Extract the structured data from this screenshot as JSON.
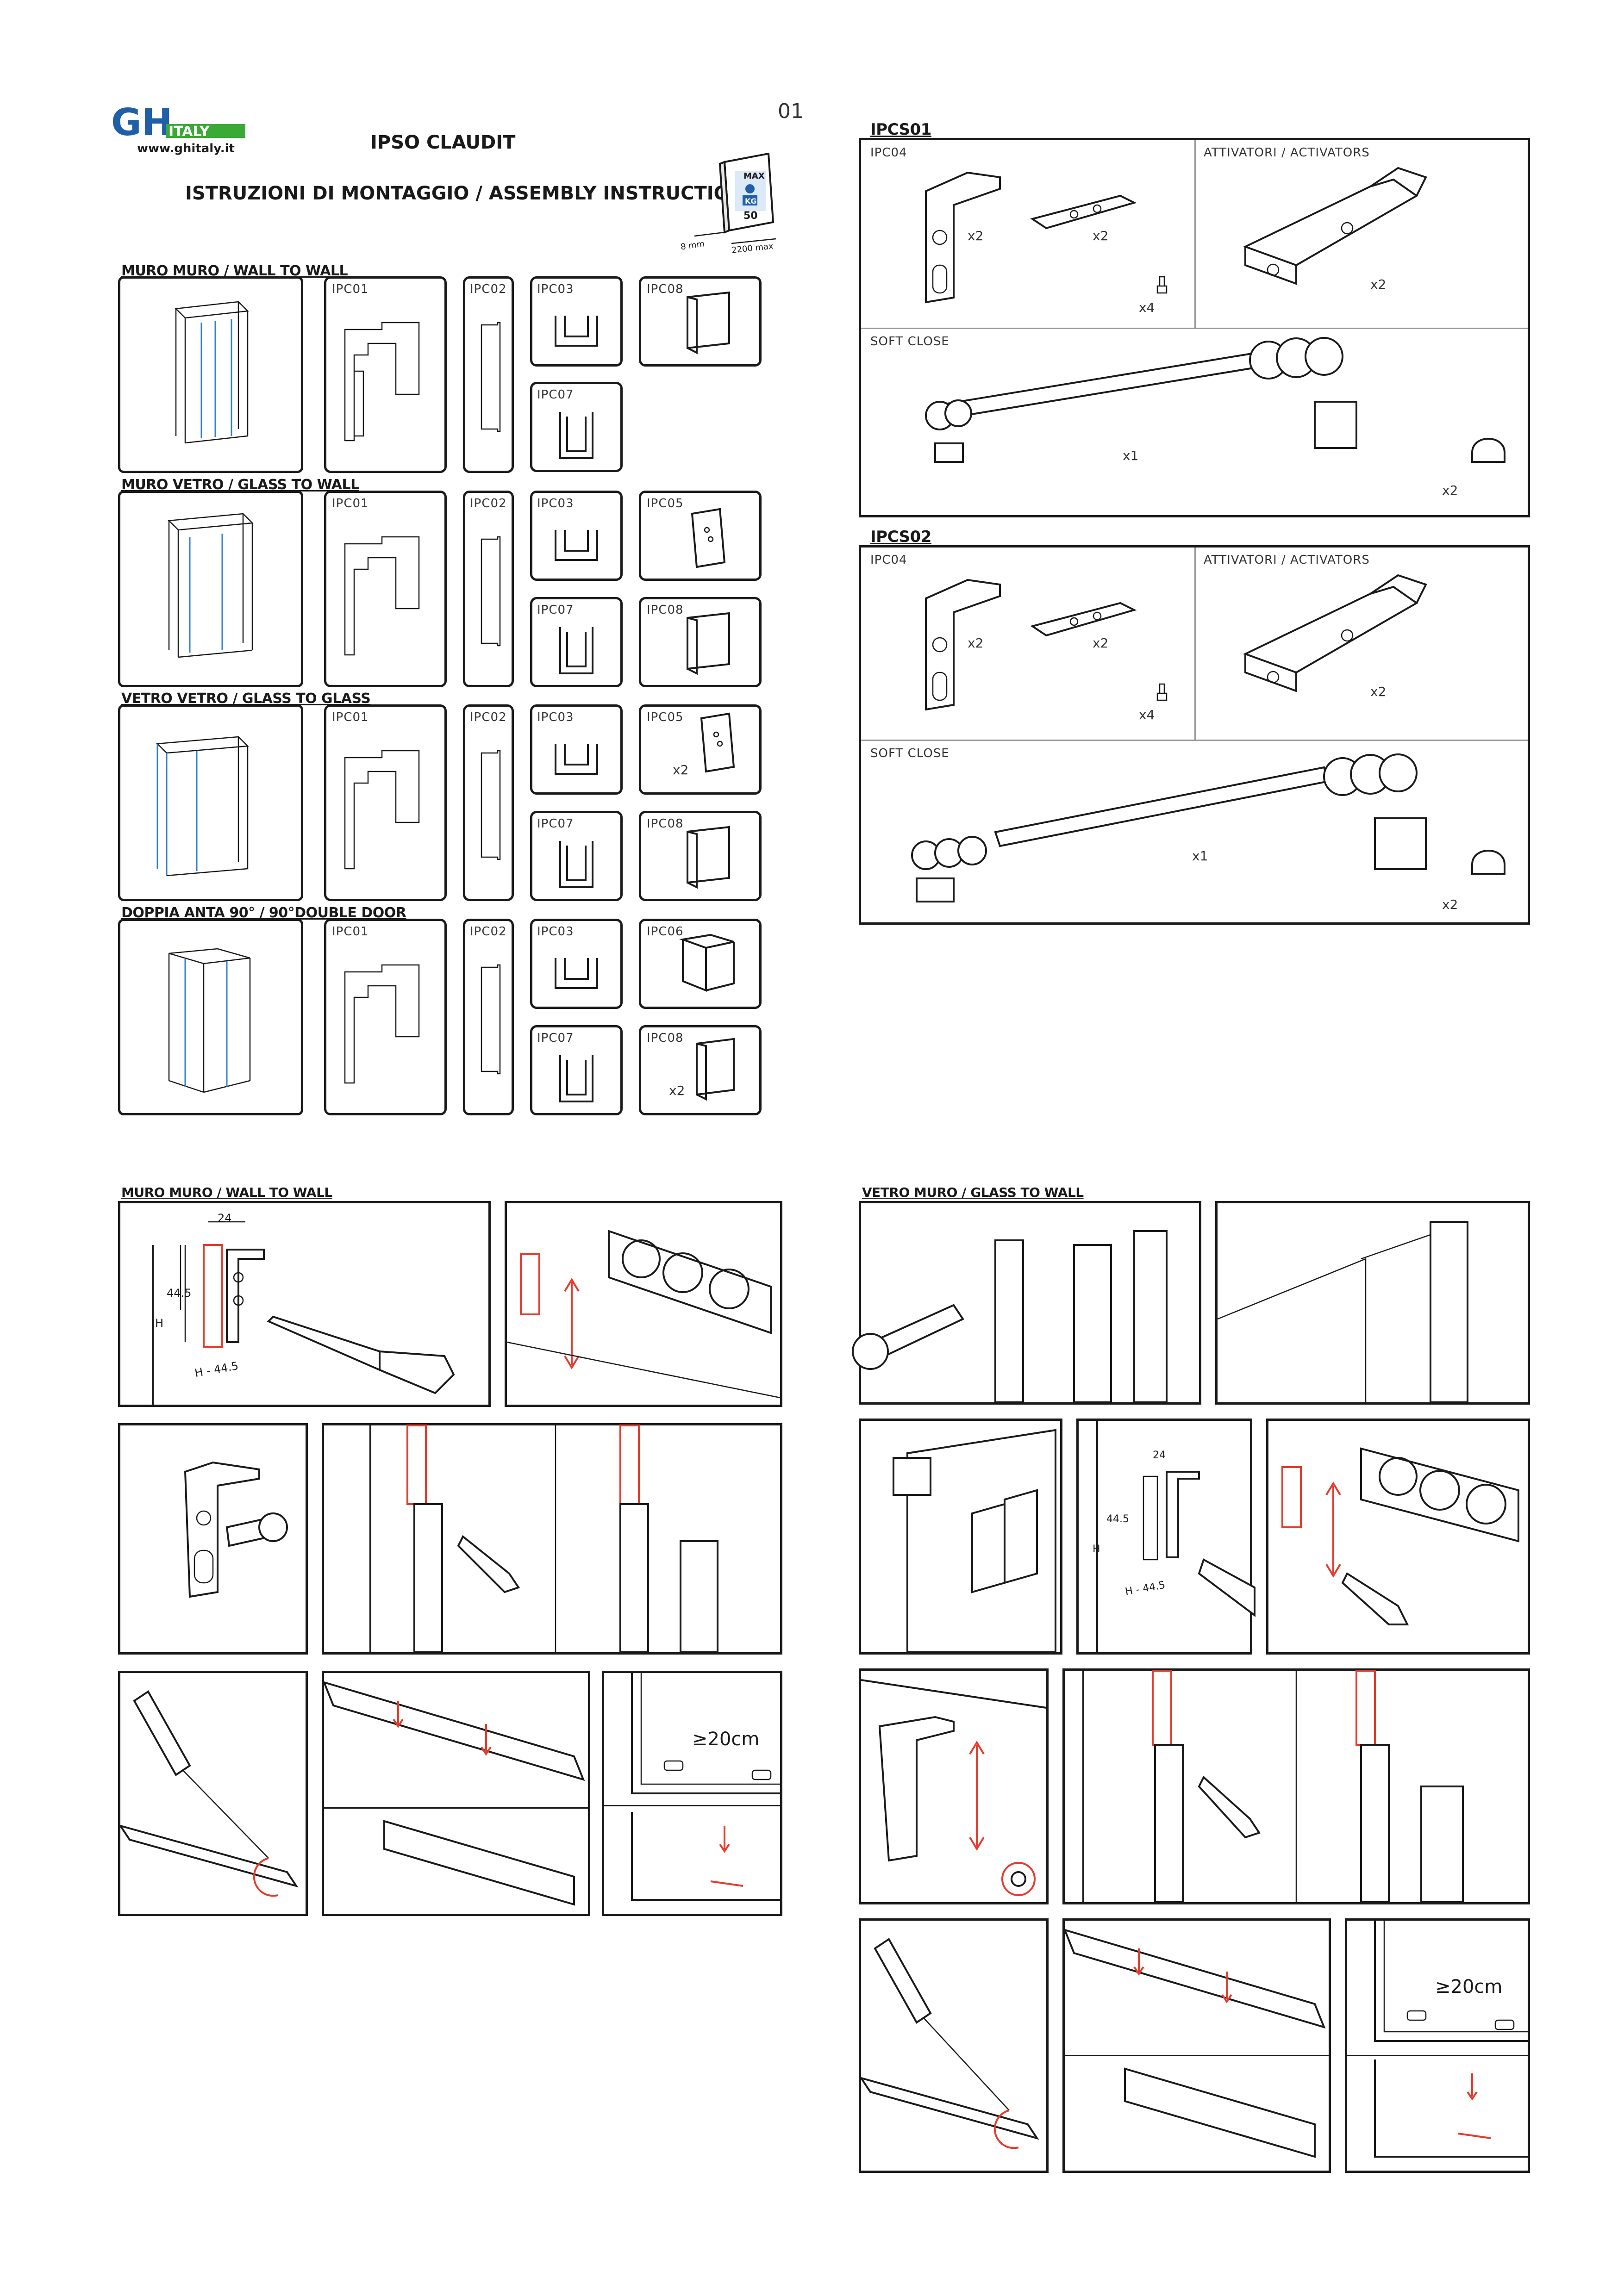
{
  "header": {
    "logo_text": "GH ITALY",
    "website": "www.ghitaly.it",
    "title": "IPSO CLAUDIT",
    "subtitle": "ISTRUZIONI DI MONTAGGIO / ASSEMBLY INSTRUCTIONS",
    "page_number": "01",
    "spec_max": "MAX",
    "spec_unit": "KG",
    "spec_weight": "50",
    "spec_thickness": "8 mm",
    "spec_height": "2200 max"
  },
  "configs": [
    {
      "title": "MURO MURO / WALL TO WALL",
      "parts": [
        {
          "code": "IPC01"
        },
        {
          "code": "IPC02"
        },
        {
          "code": "IPC03"
        },
        {
          "code": "IPC08"
        },
        {
          "code": "IPC07"
        }
      ]
    },
    {
      "title": "MURO VETRO / GLASS TO WALL",
      "parts": [
        {
          "code": "IPC01"
        },
        {
          "code": "IPC02"
        },
        {
          "code": "IPC03"
        },
        {
          "code": "IPC05"
        },
        {
          "code": "IPC07"
        },
        {
          "code": "IPC08"
        }
      ]
    },
    {
      "title": "VETRO VETRO / GLASS TO GLASS",
      "parts": [
        {
          "code": "IPC01"
        },
        {
          "code": "IPC02"
        },
        {
          "code": "IPC03"
        },
        {
          "code": "IPC05",
          "qty": "x2"
        },
        {
          "code": "IPC07"
        },
        {
          "code": "IPC08"
        }
      ]
    },
    {
      "title": "DOPPIA ANTA 90° / 90°DOUBLE DOOR",
      "parts": [
        {
          "code": "IPC01"
        },
        {
          "code": "IPC02"
        },
        {
          "code": "IPC03"
        },
        {
          "code": "IPC06"
        },
        {
          "code": "IPC07"
        },
        {
          "code": "IPC08",
          "qty": "x2"
        }
      ]
    }
  ],
  "kits": [
    {
      "title": "IPCS01",
      "bracket_code": "IPC04",
      "activators_label": "ATTIVATORI / ACTIVATORS",
      "bracket_qty": "x2",
      "plate_qty": "x2",
      "screw_qty": "x4",
      "activator_qty": "x2",
      "soft_close_label": "SOFT CLOSE",
      "soft_close_qty": "x1",
      "stopper_qty": "x2"
    },
    {
      "title": "IPCS02",
      "bracket_code": "IPC04",
      "activators_label": "ATTIVATORI / ACTIVATORS",
      "bracket_qty": "x2",
      "plate_qty": "x2",
      "screw_qty": "x4",
      "activator_qty": "x2",
      "soft_close_label": "SOFT CLOSE",
      "soft_close_qty": "x1",
      "stopper_qty": "x2"
    }
  ],
  "steps": {
    "wall_to_wall_title": "MURO MURO / WALL TO WALL",
    "glass_to_wall_title": "VETRO MURO / GLASS TO WALL",
    "dim_24": "24",
    "dim_445": "44.5",
    "dim_h": "H",
    "dim_h_minus": "H - 44.5",
    "gap_label": "≥20cm"
  },
  "colors": {
    "ink": "#1a1a1a",
    "accent_red": "#e53b2c",
    "glass_blue": "#2e7fd0",
    "logo_blue": "#1f5fa8",
    "logo_green": "#3aa935"
  }
}
